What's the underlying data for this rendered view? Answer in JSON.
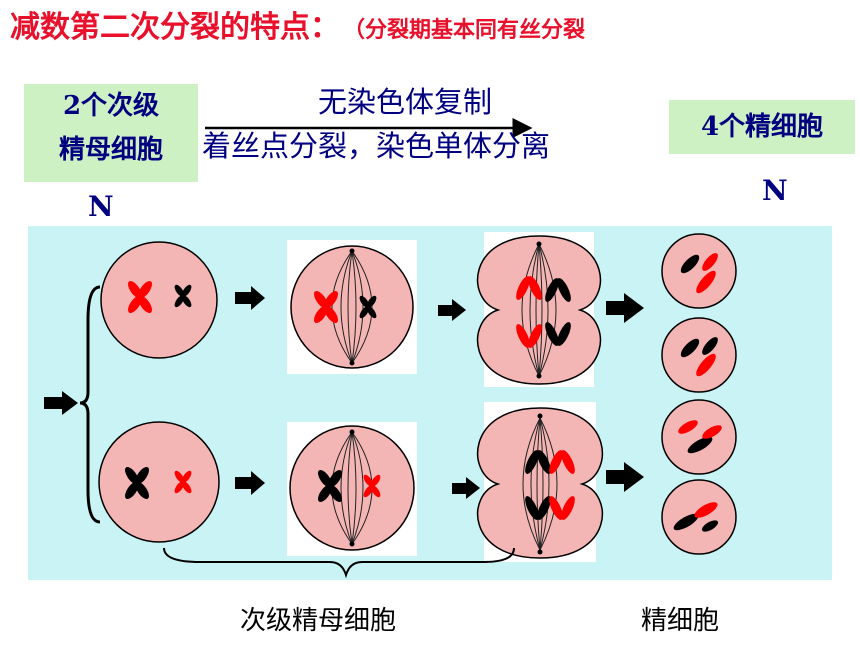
{
  "title": {
    "main": "减数第二次分裂的特点：",
    "sub": "（分裂期基本同有丝分裂"
  },
  "left_box": {
    "line1": "2个次级",
    "line2": "精母细胞"
  },
  "right_box": {
    "label": "4个精细胞"
  },
  "left_ploidy": "N",
  "right_ploidy": "N",
  "process": {
    "line1": "无染色体复制",
    "line2": "着丝点分裂，染色单体分离"
  },
  "captions": {
    "secondary": "次级精母细胞",
    "sperm": "精细胞"
  },
  "colors": {
    "title": "#e8102a",
    "label_text": "#000080",
    "label_box": "#cdf1c3",
    "panel": "#c9f3f5",
    "cell": "#f4b6b4",
    "chromosome_red": "#ff0000",
    "chromosome_black": "#000000"
  }
}
